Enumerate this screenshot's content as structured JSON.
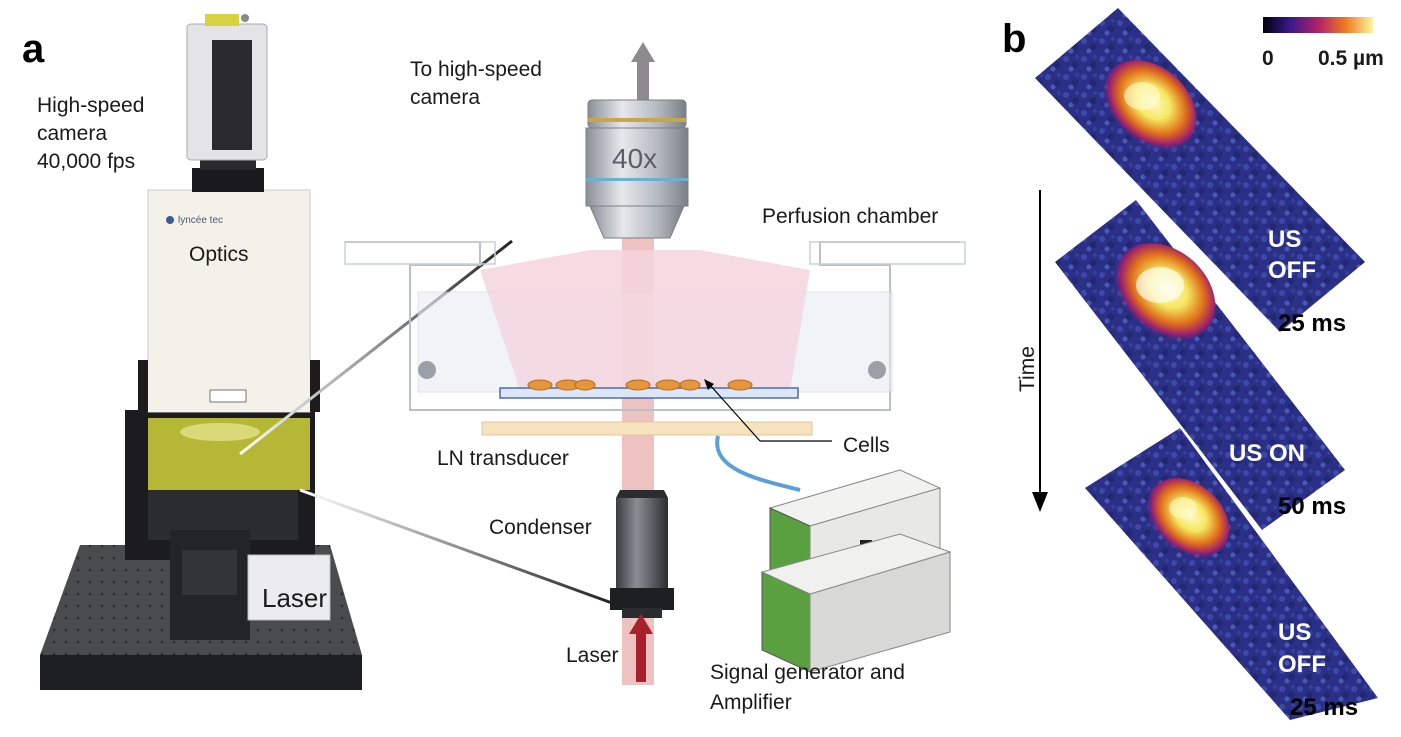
{
  "panel_a": {
    "letter": "a",
    "camera_label": [
      "High-speed",
      "camera",
      "40,000 fps"
    ],
    "brand": "lyncée tec",
    "optics_label": "Optics",
    "laser_box_label": "Laser",
    "to_camera": [
      "To high-speed",
      "camera"
    ],
    "objective": "40x",
    "perfusion": "Perfusion chamber",
    "cells": "Cells",
    "ln": "LN transducer",
    "condenser": "Condenser",
    "laser": "Laser",
    "signal": [
      "Signal generator and",
      "Amplifier"
    ]
  },
  "panel_b": {
    "letter": "b",
    "cbar_min": "0",
    "cbar_max": "0.5 µm",
    "time": "Time",
    "frames": [
      {
        "state": [
          "US",
          "OFF"
        ],
        "time": "25 ms"
      },
      {
        "state": [
          "US ON"
        ],
        "time": "50 ms"
      },
      {
        "state": [
          "US",
          "OFF"
        ],
        "time": "25 ms"
      }
    ]
  },
  "colors": {
    "beam": "#e8a8a8",
    "chamber_fill": "#f5d5de",
    "filter_yellow": "#c9c93a",
    "arrow_red": "#a8202c",
    "cable_blue": "#5aa0d6",
    "map_bg": "#2a2a7a",
    "map_hot": "#f5e860"
  }
}
